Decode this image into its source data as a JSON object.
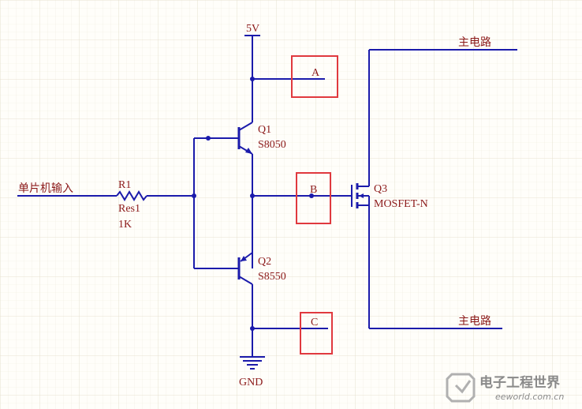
{
  "supply": {
    "label": "5V"
  },
  "ground": {
    "label": "GND"
  },
  "input": {
    "label": "单片机输入"
  },
  "resistor": {
    "designator": "R1",
    "model": "Res1",
    "value": "1K"
  },
  "q1": {
    "designator": "Q1",
    "model": "S8050"
  },
  "q2": {
    "designator": "Q2",
    "model": "S8550"
  },
  "q3": {
    "designator": "Q3",
    "model": "MOSFET-N"
  },
  "nodes": {
    "a": "A",
    "b": "B",
    "c": "C"
  },
  "main_circuit": {
    "top": "主电路",
    "bottom": "主电路"
  },
  "watermark": {
    "brand": "电子工程世界",
    "site": "eeworld.com.cn"
  },
  "colors": {
    "wire": "#1b1bab",
    "label": "#8c1a1a",
    "highlight_box": "#e0393e",
    "grid": "#e6e2d2"
  }
}
